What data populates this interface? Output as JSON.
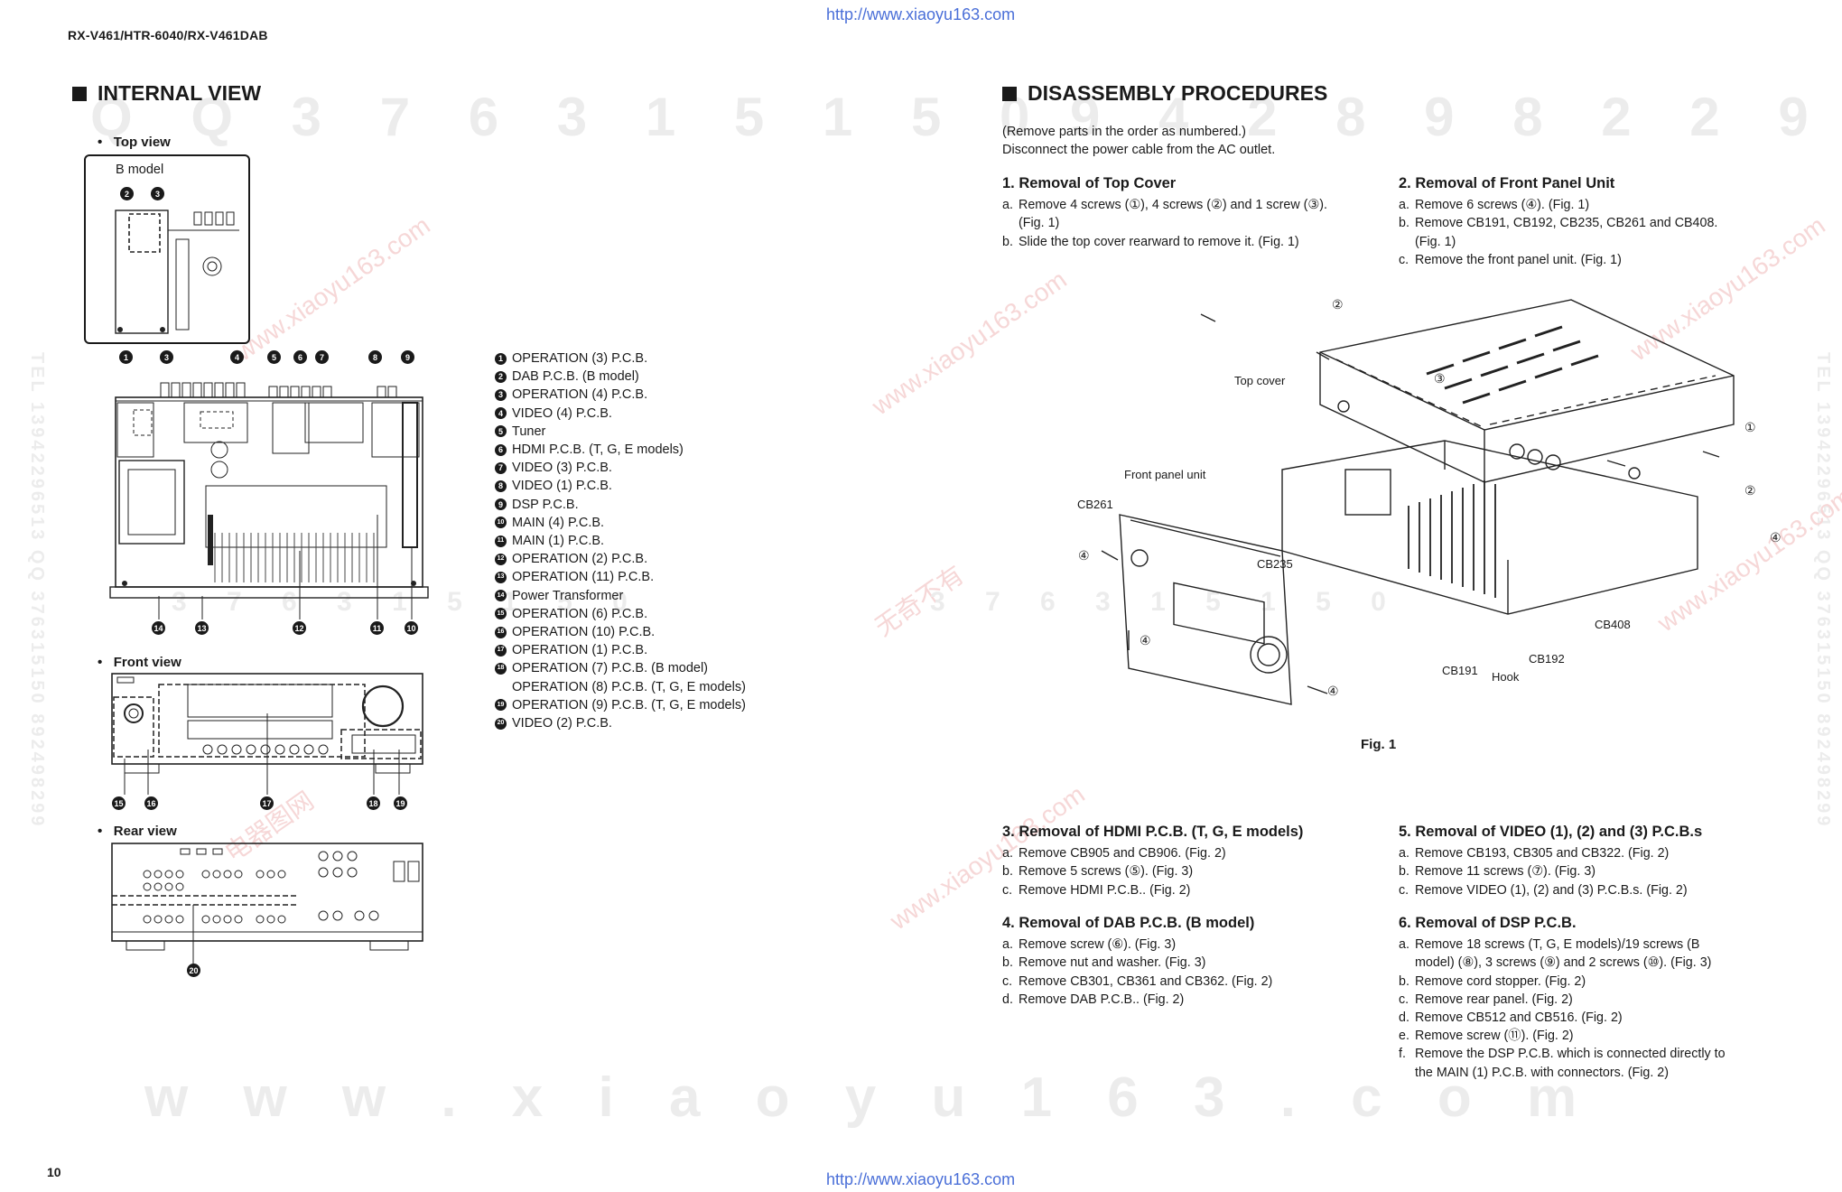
{
  "header": {
    "url": "http://www.xiaoyu163.com",
    "model": "RX-V461/HTR-6040/RX-V461DAB",
    "page_number": "10"
  },
  "watermarks": {
    "qq_left": "Q Q 3 7 6 3 1 5 1 5 0",
    "qq_right": "9 4 2 8 9 8 2 2 9 9",
    "footer": "w w w . x i a o y u 1 6 3 . c o m",
    "side_left": "TEL 13942296513 QQ 376315150 892498299",
    "side_right": "TEL 13942296513 QQ 376315150 892498299",
    "cn_a": "无奇不有",
    "cn_b": "电器图网",
    "cn_c": "www.xiaoyu163.com",
    "cn_d": "3 7 6 3 1 5 1 5 0",
    "cn_e": "9 4 2 8 9 8 2 2 9 9"
  },
  "internal_view": {
    "title": "INTERNAL VIEW",
    "top_view_label": "Top view",
    "b_model_label": "B model",
    "front_view_label": "Front view",
    "rear_view_label": "Rear view",
    "legend": [
      {
        "n": "1",
        "text": "OPERATION (3) P.C.B."
      },
      {
        "n": "2",
        "text": "DAB P.C.B. (B model)"
      },
      {
        "n": "3",
        "text": "OPERATION (4) P.C.B."
      },
      {
        "n": "4",
        "text": "VIDEO (4) P.C.B."
      },
      {
        "n": "5",
        "text": "Tuner"
      },
      {
        "n": "6",
        "text": "HDMI P.C.B. (T, G, E models)"
      },
      {
        "n": "7",
        "text": "VIDEO (3) P.C.B."
      },
      {
        "n": "8",
        "text": "VIDEO (1) P.C.B."
      },
      {
        "n": "9",
        "text": "DSP P.C.B."
      },
      {
        "n": "10",
        "text": "MAIN (4) P.C.B."
      },
      {
        "n": "11",
        "text": "MAIN (1) P.C.B."
      },
      {
        "n": "12",
        "text": "OPERATION (2) P.C.B."
      },
      {
        "n": "13",
        "text": "OPERATION (11) P.C.B."
      },
      {
        "n": "14",
        "text": "Power Transformer"
      },
      {
        "n": "15",
        "text": "OPERATION (6) P.C.B."
      },
      {
        "n": "16",
        "text": "OPERATION (10) P.C.B."
      },
      {
        "n": "17",
        "text": "OPERATION (1) P.C.B."
      },
      {
        "n": "18",
        "text": "OPERATION (7) P.C.B. (B model)",
        "cont": "OPERATION (8) P.C.B. (T, G, E models)"
      },
      {
        "n": "19",
        "text": "OPERATION (9) P.C.B. (T, G, E models)"
      },
      {
        "n": "20",
        "text": "VIDEO (2) P.C.B."
      }
    ]
  },
  "disassembly": {
    "title": "DISASSEMBLY PROCEDURES",
    "intro_1": "(Remove parts in the order as numbered.)",
    "intro_2": "Disconnect the power cable from the AC outlet.",
    "fig_label": "Fig. 1",
    "fig_labels": {
      "top_cover": "Top cover",
      "front_panel_unit": "Front panel unit",
      "cb261": "CB261",
      "cb235": "CB235",
      "cb408": "CB408",
      "cb192": "CB192",
      "cb191": "CB191",
      "hook": "Hook"
    },
    "steps": [
      {
        "title": "1. Removal of Top Cover",
        "items": [
          {
            "l": "a.",
            "t": "Remove 4 screws (①), 4 screws (②) and 1 screw (③).",
            "t2": "(Fig. 1)"
          },
          {
            "l": "b.",
            "t": "Slide the top cover rearward to remove it. (Fig. 1)"
          }
        ]
      },
      {
        "title": "2. Removal of Front Panel Unit",
        "items": [
          {
            "l": "a.",
            "t": "Remove 6 screws (④). (Fig. 1)"
          },
          {
            "l": "b.",
            "t": "Remove CB191, CB192, CB235, CB261 and CB408.",
            "t2": "(Fig. 1)"
          },
          {
            "l": "c.",
            "t": "Remove the front panel unit. (Fig. 1)"
          }
        ]
      },
      {
        "title": "3. Removal of HDMI  P.C.B. (T, G, E models)",
        "items": [
          {
            "l": "a.",
            "t": "Remove CB905 and CB906. (Fig. 2)"
          },
          {
            "l": "b.",
            "t": "Remove 5 screws (⑤). (Fig. 3)"
          },
          {
            "l": "c.",
            "t": "Remove HDMI P.C.B.. (Fig. 2)"
          }
        ]
      },
      {
        "title": "4. Removal of DAB P.C.B. (B model)",
        "items": [
          {
            "l": "a.",
            "t": "Remove screw (⑥). (Fig. 3)"
          },
          {
            "l": "b.",
            "t": "Remove nut and washer. (Fig. 3)"
          },
          {
            "l": "c.",
            "t": "Remove CB301, CB361 and CB362. (Fig. 2)"
          },
          {
            "l": "d.",
            "t": "Remove DAB P.C.B.. (Fig. 2)"
          }
        ]
      },
      {
        "title": "5. Removal of VIDEO (1), (2) and (3) P.C.B.s",
        "items": [
          {
            "l": "a.",
            "t": "Remove CB193, CB305 and CB322. (Fig. 2)"
          },
          {
            "l": "b.",
            "t": "Remove 11 screws (⑦). (Fig. 3)"
          },
          {
            "l": "c.",
            "t": "Remove VIDEO (1), (2) and (3) P.C.B.s. (Fig. 2)"
          }
        ]
      },
      {
        "title": "6. Removal of DSP P.C.B.",
        "items": [
          {
            "l": "a.",
            "t": "Remove 18 screws (T, G, E models)/19 screws (B",
            "t2": "model) (⑧), 3 screws (⑨) and 2 screws (⑩). (Fig. 3)"
          },
          {
            "l": "b.",
            "t": "Remove cord stopper. (Fig. 2)"
          },
          {
            "l": "c.",
            "t": "Remove rear panel. (Fig. 2)"
          },
          {
            "l": "d.",
            "t": "Remove CB512 and CB516. (Fig. 2)"
          },
          {
            "l": "e.",
            "t": "Remove screw (⑪). (Fig. 2)"
          },
          {
            "l": "f.",
            "t": "Remove the DSP P.C.B. which is connected directly to",
            "t2": "the MAIN (1) P.C.B. with connectors. (Fig. 2)"
          }
        ]
      }
    ]
  }
}
